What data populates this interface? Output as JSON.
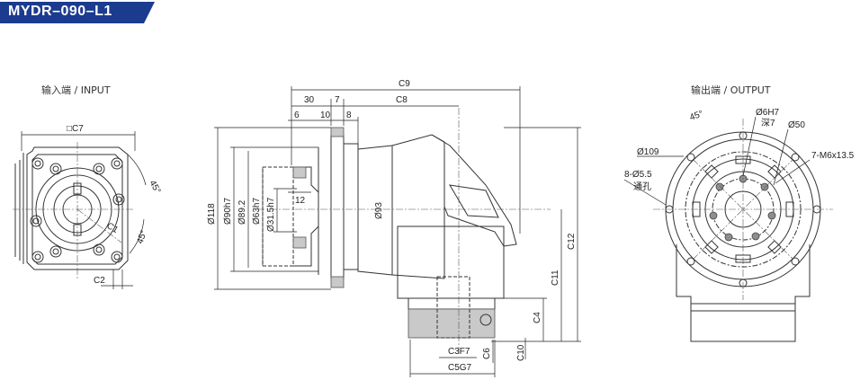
{
  "header": {
    "model": "MYDR–090–L1",
    "badge_color": "#1b3b8f"
  },
  "views": {
    "input": {
      "title": "输入端 / INPUT",
      "dims": {
        "c7": "□C7",
        "c1": "C1",
        "c2": "C2",
        "angle_top": "45°",
        "angle_bottom": "45°"
      }
    },
    "side": {
      "dims": {
        "c9": "C9",
        "c8": "C8",
        "d30": "30",
        "d7": "7",
        "d6": "6",
        "d10": "10",
        "d8": "8",
        "d12": "12",
        "o118": "Ø118",
        "o90": "Ø90h7",
        "o89": "Ø89.2",
        "o63": "Ø63h7",
        "o31": "Ø31.5h7",
        "o93": "Ø93",
        "c12": "C12",
        "c11": "C11",
        "c4": "C4",
        "c10": "C10",
        "c6": "C6",
        "c3": "C3F7",
        "c5": "C5G7"
      }
    },
    "output": {
      "title": "输出端 / OUTPUT",
      "dims": {
        "angle": "45°",
        "o6": "Ø6H7",
        "depth": "深7",
        "o50": "Ø50",
        "o109": "Ø109",
        "m6": "7-M6x13.5",
        "o55": "8-Ø5.5",
        "through": "通孔"
      }
    }
  }
}
